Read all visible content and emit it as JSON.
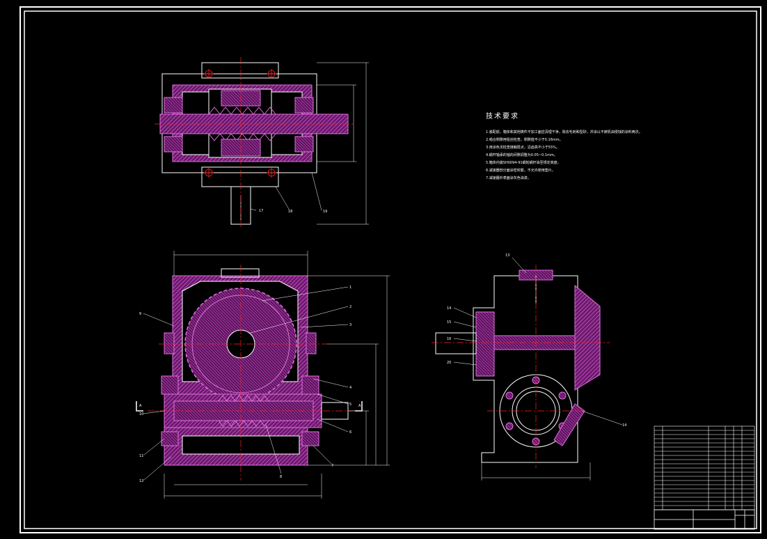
{
  "drawing": {
    "background": "#000000",
    "line_color": "#ffffff",
    "section_color": "#c040c0",
    "center_line_color": "#ff2020",
    "technical_requirements": {
      "title": "技术要求",
      "notes": [
        "1.装配前，箱体和其他铸件不加工面应清理干净，除去毛刺和型砂，并涂以不被机油侵蚀的涂料两次。",
        "2.啮合侧隙用铅丝检查，侧隙值不小于0.16mm。",
        "3.用涂色法检查接触斑点，沿齿高不小于55%。",
        "4.蜗杆轴承的轴向间隙调整为0.05~0.1mm。",
        "5.箱体内装SH0094-91蜗轮蜗杆油至规定高度。",
        "6.减速器剖分面涂密封胶，不允许使用垫片。",
        "7.减速器外表面涂灰色油漆。"
      ]
    },
    "view_a_label": "A",
    "callouts": [
      "1",
      "2",
      "3",
      "4",
      "5",
      "6",
      "7",
      "8",
      "9",
      "10",
      "11",
      "12",
      "13",
      "14",
      "15",
      "16",
      "17",
      "18",
      "19",
      "20"
    ]
  }
}
